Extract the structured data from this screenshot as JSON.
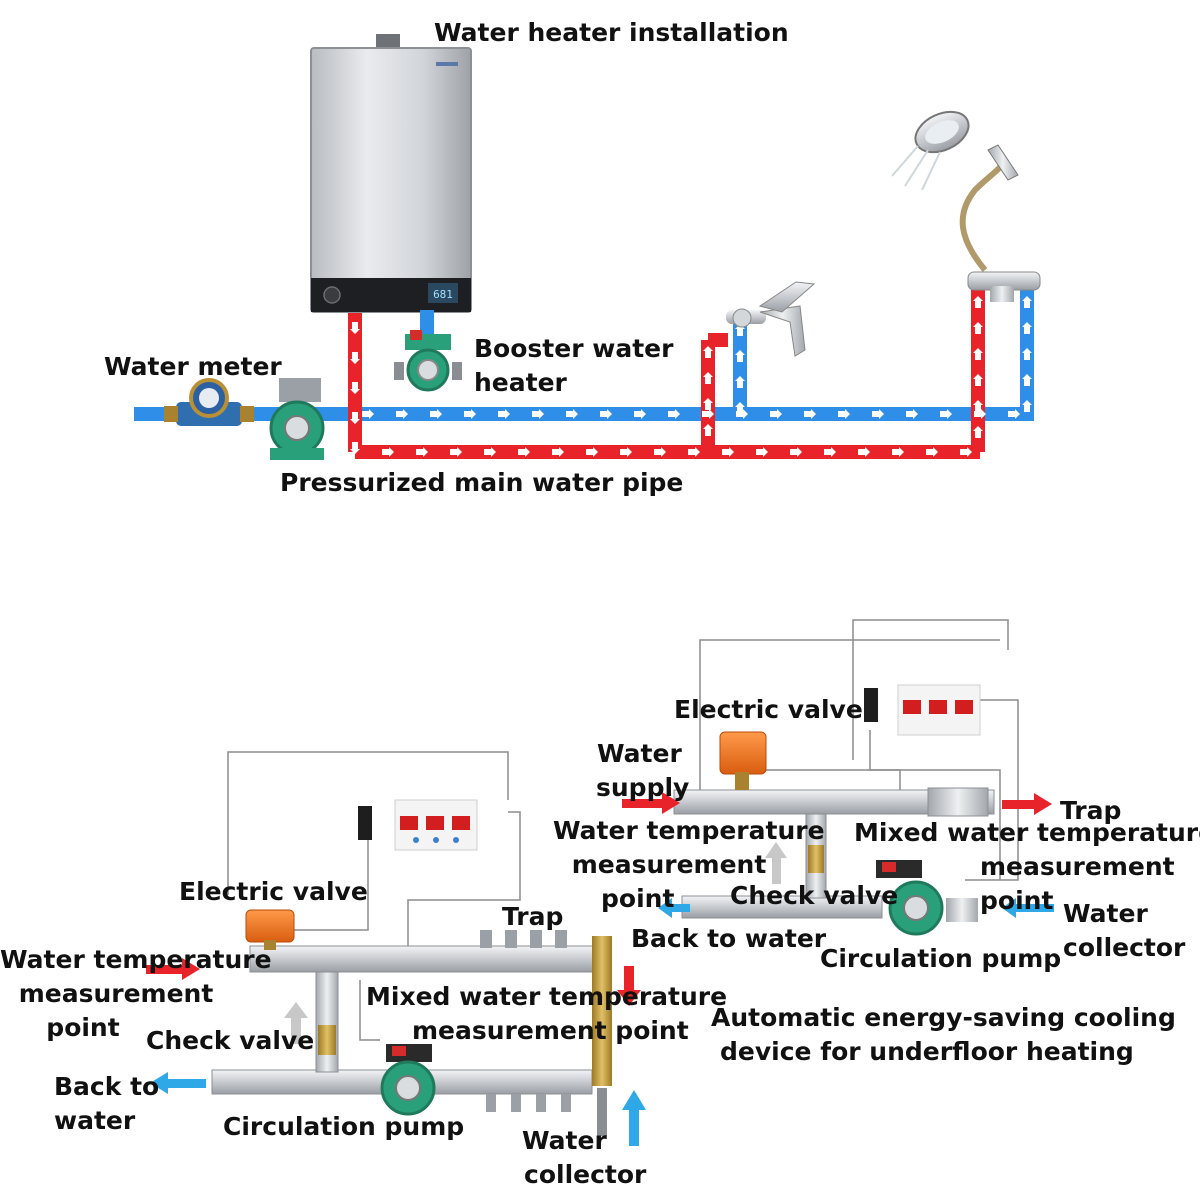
{
  "colors": {
    "hot": "#e8242a",
    "cold": "#2f8fe8",
    "pump_green": "#2aa07a",
    "valve_orange": "#f0731f",
    "steel": "#c9ccd0",
    "display_red": "#e02020"
  },
  "heater_screen": "681",
  "labels": {
    "heater_install": "Water heater installation",
    "booster_1": "Booster water",
    "booster_2": "heater",
    "water_meter": "Water meter",
    "main_pipe": "Pressurized main water pipe",
    "l_electric_valve": "Electric valve",
    "l_water_temp_1": "Water temperature",
    "l_water_temp_2": "measurement",
    "l_water_temp_3": "point",
    "l_check_valve": "Check valve",
    "l_back_1": "Back to",
    "l_back_2": "water",
    "l_circ_pump": "Circulation pump",
    "l_trap": "Trap",
    "l_mixed_1": "Mixed water temperature",
    "l_mixed_2": "measurement point",
    "l_collector_1": "Water",
    "l_collector_2": "collector",
    "r_electric_valve": "Electric valve",
    "r_supply_1": "Water",
    "r_supply_2": "supply",
    "r_trap": "Trap",
    "r_temp_1": "Water temperature",
    "r_temp_2": "measurement",
    "r_temp_3": "point",
    "r_check_valve": "Check valve",
    "r_back": "Back to water",
    "r_mixed_1": "Mixed water temperature",
    "r_mixed_2": "measurement",
    "r_mixed_3": "point",
    "r_collector_1": "Water",
    "r_collector_2": "collector",
    "r_circ_pump": "Circulation pump",
    "caption_1": "Automatic energy-saving cooling",
    "caption_2": "device for underfloor heating"
  }
}
